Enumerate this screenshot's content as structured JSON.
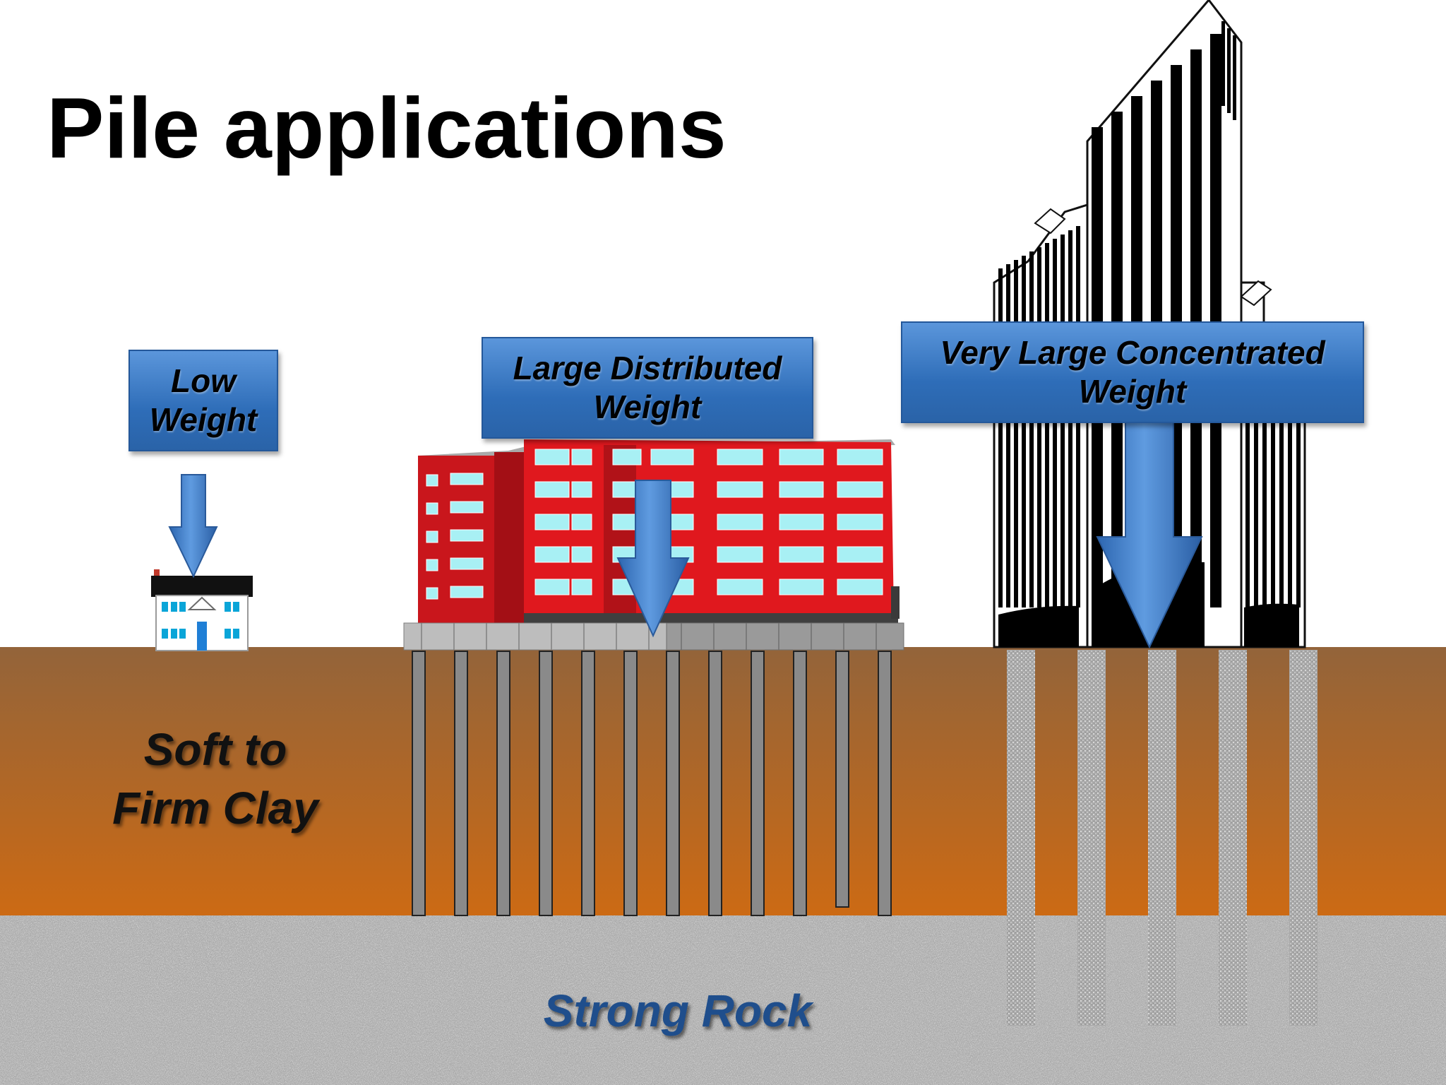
{
  "title": "Pile applications",
  "callouts": {
    "low": {
      "line1": "Low",
      "line2": "Weight"
    },
    "distributed": {
      "line1": "Large Distributed",
      "line2": "Weight"
    },
    "concentrated": {
      "line1": "Very Large Concentrated",
      "line2": "Weight"
    }
  },
  "layers": {
    "clay": {
      "line1": "Soft to",
      "line2": "Firm Clay"
    },
    "rock": {
      "label": "Strong Rock"
    }
  },
  "colors": {
    "clay_top": "#93643a",
    "clay_bottom": "#cc6a14",
    "rock_base": "#a8a8a8",
    "callout_blue": "#3a78c4",
    "building_red": "#e0181e",
    "pile_grey": "#8a8a8a"
  }
}
